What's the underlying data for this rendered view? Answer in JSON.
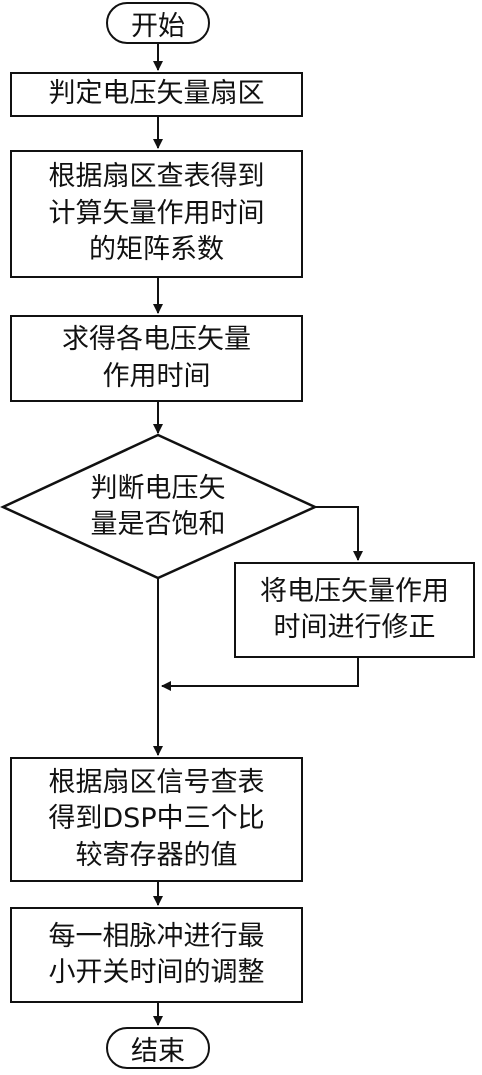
{
  "flowchart": {
    "start": "开始",
    "step1": [
      "判定电压矢量扇区"
    ],
    "step2": [
      "根据扇区查表得到",
      "计算矢量作用时间",
      "的矩阵系数"
    ],
    "step3": [
      "求得各电压矢量",
      "作用时间"
    ],
    "decision": [
      "判断电压矢",
      "量是否饱和"
    ],
    "correction": [
      "将电压矢量作用",
      "时间进行修正"
    ],
    "step4": [
      "根据扇区信号查表",
      "得到DSP中三个比",
      "较寄存器的值"
    ],
    "step5": [
      "每一相脉冲进行最",
      "小开关时间的调整"
    ],
    "end": "结束"
  },
  "style": {
    "stroke": "#111111",
    "fill": "#ffffff"
  }
}
